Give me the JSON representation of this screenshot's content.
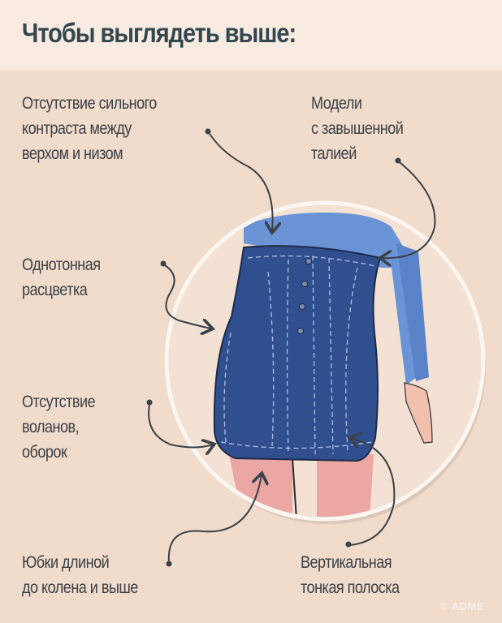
{
  "title": "Чтобы выглядеть выше:",
  "labels": {
    "contrast": [
      "Отсутствие сильного",
      "контраста между",
      "верхом и низом"
    ],
    "high_waist": [
      "Модели",
      "с завышенной",
      "талией"
    ],
    "solid_color": [
      "Однотонная",
      "расцветка"
    ],
    "no_ruffles": [
      "Отсутствие",
      "воланов,",
      "оборок"
    ],
    "length": [
      "Юбки длиной",
      "до колена и выше"
    ],
    "stripe": [
      "Вертикальная",
      "тонкая полоска"
    ]
  },
  "watermark": "© ADME",
  "colors": {
    "background": "#f1dccb",
    "header": "#f8ebe1",
    "title": "#33474f",
    "shirt": "#6b94d6",
    "skirt": "#2f4f8e",
    "arrow": "#3a4148"
  }
}
